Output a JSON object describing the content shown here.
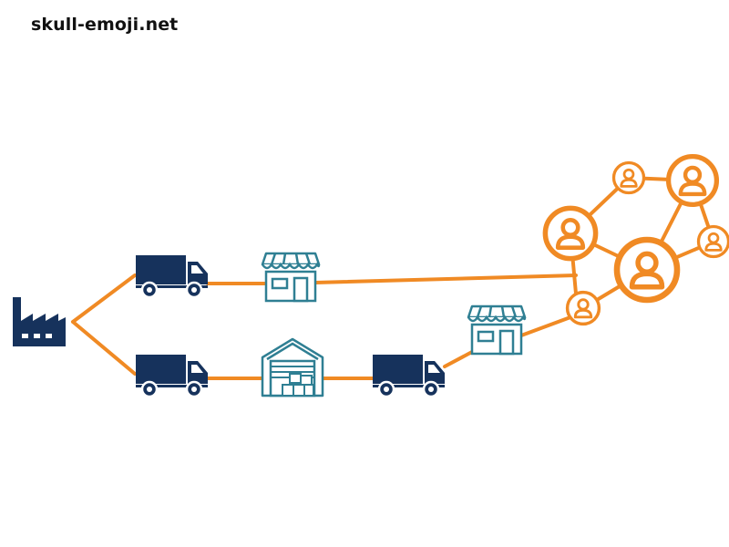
{
  "site": {
    "label": "skull-emoji.net"
  },
  "colors": {
    "navy": "#16325c",
    "orange": "#f08a24",
    "teal": "#2f7f93",
    "white": "#ffffff"
  },
  "diagram": {
    "nodes": [
      {
        "id": "factory",
        "icon": "factory-icon"
      },
      {
        "id": "truck-upper",
        "icon": "delivery-truck-icon"
      },
      {
        "id": "store-upper",
        "icon": "storefront-icon"
      },
      {
        "id": "truck-lower",
        "icon": "delivery-truck-icon"
      },
      {
        "id": "warehouse",
        "icon": "warehouse-icon"
      },
      {
        "id": "truck-lower-2",
        "icon": "delivery-truck-icon"
      },
      {
        "id": "store-lower",
        "icon": "storefront-icon"
      },
      {
        "id": "customers",
        "icon": "customer-network-icon"
      }
    ]
  }
}
